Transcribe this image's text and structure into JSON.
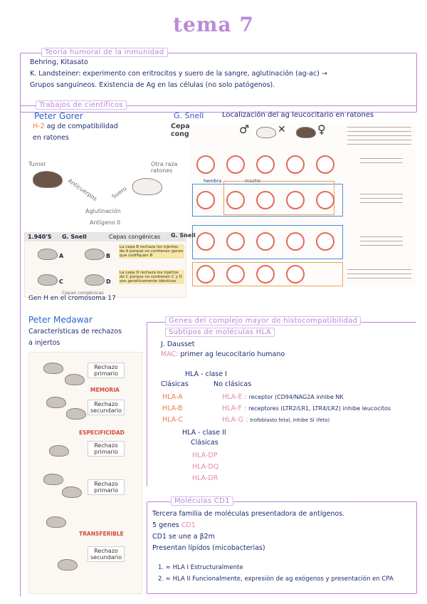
{
  "title": "tema 7",
  "section1": {
    "label": "Teoría humoral de la inmunidad",
    "line1": "Behring, Kitasato",
    "line2": "K. Landsteiner: experimento con eritrocitos y suero de la sangre, aglutinación (ag-ac) →",
    "line3": "Grupos sanguíneos. Existencia de Ag en las células (no solo patógenos)."
  },
  "section2": {
    "label": "Trabajos de científicos",
    "gorer_name": "Peter Gorer",
    "gorer_h2": "H-2",
    "gorer_text1": "ag de compatibilidad",
    "gorer_text2": "en ratones",
    "snell_name": "G. Snell",
    "snell_heading": "Localización del ag leucocitario en ratones",
    "cepas_label": "Cepas congénicas",
    "cepas_label2": "Cepas congénicas",
    "timeline_year": "1.940'S",
    "timeline_snell": "G. Snell",
    "timeline_cepas": "Cepas congénicas",
    "fig_tumor": "Tumor",
    "fig_otra": "Otra raza ratones",
    "fig_anticuerpos": "Anticuerpos",
    "fig_suero": "Suero",
    "fig_aglutinacion": "Aglutinación",
    "fig_antigeno": "Antígeno II",
    "fig_ab_text": "La cepa B rechaza los injertos de A porque no contienen genes que codifiquen B",
    "fig_cd_text": "La cepa D rechaza los injertos de C porque no contienen C y D son genéticamente idénticas",
    "fig_cepas_bottom": "Cepas congénicas",
    "gen_h": "Gen H en el cromosoma 17",
    "hembra": "hembra",
    "macho": "macho",
    "gsnell_fig": "G. Snell",
    "letters": [
      "A",
      "B",
      "C",
      "D"
    ]
  },
  "section3": {
    "medawar_name": "Peter Medawar",
    "medawar_text1": "Características de rechazos",
    "medawar_text2": "a injertos",
    "fig_labels": [
      "Rechazo primario",
      "MEMORIA",
      "Rechazo secundario",
      "ESPECIFICIDAD",
      "Rechazo primario",
      "Rechazo primario",
      "TRANSFERIBLE",
      "Rechazo secundario"
    ]
  },
  "section4": {
    "label1": "Genes del complejo mayor de histocompatibilidad",
    "label2": "Subtipos de moléculas HLA",
    "dausset": "J. Dausset",
    "mac": "MAC:",
    "mac_text": "primer ag leucocitario humano",
    "clase1": "HLA - clase I",
    "clasicas": "Clásicas",
    "noclasicas": "No clásicas",
    "hla_a": "HLA-A",
    "hla_b": "HLA-B",
    "hla_c": "HLA-C",
    "hla_e": "HLA-E :",
    "hla_e_text": "receptor (CD94/NAG2A inhibe NK",
    "hla_f": "HLA-F :",
    "hla_f_text": "receptores (LTR2/LR1, LTR4/LR2) inhibe leucocitos",
    "hla_g": "HLA-G :",
    "hla_g_text": "trofoblasto fetal, inhibe Sl (feto)",
    "clase2": "HLA - clase II",
    "clasicas2": "Clásicas",
    "hla_dp": "HLA-DP",
    "hla_dq": "HLA-DQ",
    "hla_dr": "HLA-DR"
  },
  "section5": {
    "label": "Moléculas CD1",
    "line1": "Tercera familia de moléculas presentadora de antígenos.",
    "line2_a": "5 genes",
    "line2_b": "CD1",
    "line3": "CD1 se une a β2m",
    "line4": "Presentan lípidos (micobacterias)",
    "item1": "1. ≈ HLA I   Estructuralmente",
    "item2": "2. ≈ HLA II  Funcionalmente, expresión de ag exógenos y presentación en CPA"
  },
  "colors": {
    "accent": "#b684d8",
    "title": "#b98ad6",
    "ink": "#1e2b6e",
    "name_blue": "#2a66c7",
    "hla_orange": "#f07a45",
    "hla_pink": "#e08aa9",
    "fig_red": "#e36a5a"
  }
}
